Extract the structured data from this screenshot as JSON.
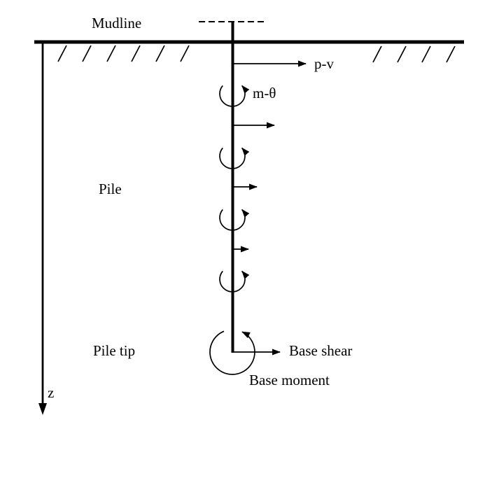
{
  "diagram": {
    "labels": {
      "mudline": "Mudline",
      "p_v": "p-v",
      "m_theta": "m-θ",
      "pile": "Pile",
      "pile_tip": "Pile tip",
      "base_shear": "Base shear",
      "base_moment": "Base moment",
      "z_axis": "z"
    },
    "colors": {
      "ink": "#000000",
      "background": "#ffffff"
    }
  }
}
